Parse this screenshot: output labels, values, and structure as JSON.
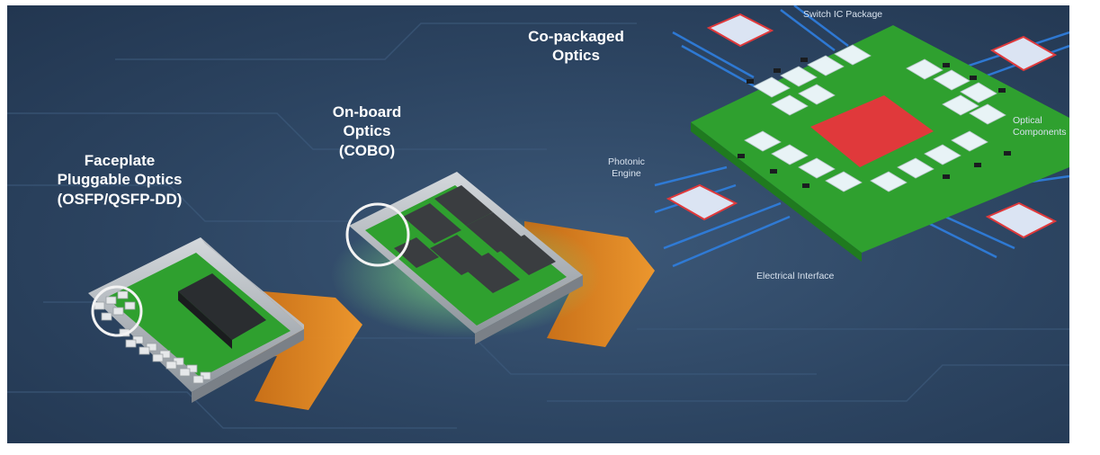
{
  "labels": {
    "faceplate": [
      "Faceplate",
      "Pluggable Optics",
      "(OSFP/QSFP-DD)"
    ],
    "onboard": [
      "On-board",
      "Optics",
      "(COBO)"
    ],
    "copackaged": [
      "Co-packaged",
      "Optics"
    ]
  },
  "callouts": {
    "switch_ic_package": "Switch IC Package",
    "optical_components": [
      "Optical",
      "Components"
    ],
    "photonic_engine": [
      "Photonic",
      "Engine"
    ],
    "electrical_interface": "Electrical Interface"
  },
  "colors": {
    "background": "#2c4461",
    "pcb_green": "#2fa02f",
    "arrow_orange": "#f08a1c",
    "asic_red": "#e0393b",
    "fiber_blue": "#2f7fe0"
  }
}
